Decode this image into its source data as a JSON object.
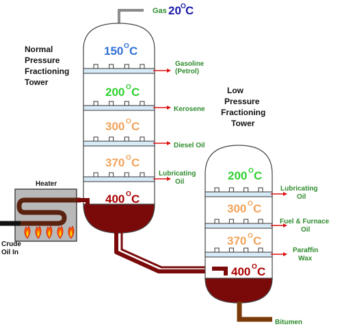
{
  "tower1": {
    "title": [
      "Normal",
      "Pressure",
      "Fractioning",
      "Tower"
    ],
    "gas_label": "Gas",
    "gas_temp": "20",
    "temperatures": [
      "150",
      "200",
      "300",
      "370",
      "400"
    ],
    "products": [
      [
        "Gasoline",
        "(Petrol)"
      ],
      [
        "Kerosene"
      ],
      [
        "Diesel Oil"
      ],
      [
        "Lubricating",
        "Oil"
      ]
    ]
  },
  "tower2": {
    "title": [
      "Low",
      "Pressure",
      "Fractioning",
      "Tower"
    ],
    "temperatures": [
      "200",
      "300",
      "370",
      "400"
    ],
    "products": [
      [
        "Lubricating",
        "Oil"
      ],
      [
        "Fuel & Furnace",
        "Oil"
      ],
      [
        "Paraffin",
        "Wax"
      ]
    ],
    "bottom_label": "Bitumen"
  },
  "heater": {
    "label": "Heater"
  },
  "crude": {
    "label": [
      "Crude",
      "Oil In"
    ]
  },
  "degree_symbol": "O",
  "unit": "C",
  "colors": {
    "gas_temp": "#1a1aa8",
    "temp_cool": "#2f6fd6",
    "temp_green": "#2fd12f",
    "temp_orange": "#f0a35a",
    "temp_red": "#aa0000",
    "product_label": "#2e8b2e",
    "arrow": "#dd1111",
    "liquid": "#7a0a0a",
    "tray": "#d7eaf7",
    "pipe": "#7a0a0a",
    "flame": "#ff5a00"
  }
}
